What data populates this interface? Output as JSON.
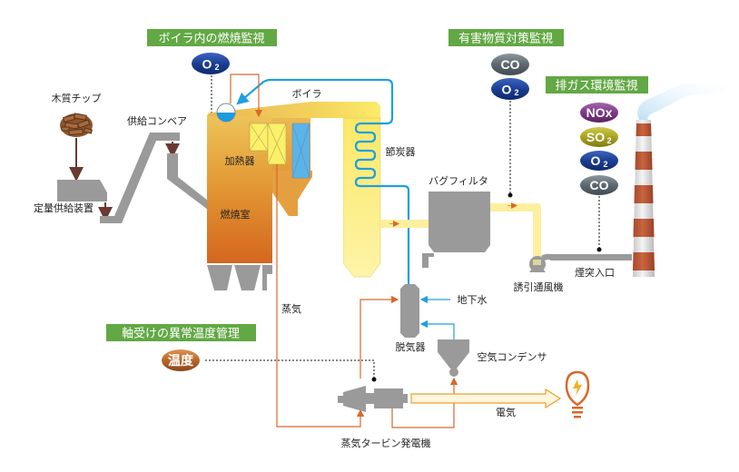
{
  "section_labels": {
    "boiler_combustion": "ボイラ内の燃焼監視",
    "harmful_substances": "有害物質対策監視",
    "exhaust_gas": "排ガス環境監視",
    "bearing_temperature": "軸受けの異常温度管理"
  },
  "badges": {
    "boiler_o2": {
      "main": "O",
      "sub": "2"
    },
    "harmful_co": {
      "main": "CO",
      "sub": ""
    },
    "harmful_o2": {
      "main": "O",
      "sub": "2"
    },
    "exhaust_nox": {
      "main": "NOx",
      "sub": ""
    },
    "exhaust_so2": {
      "main": "SO",
      "sub": "2"
    },
    "exhaust_o2": {
      "main": "O",
      "sub": "2"
    },
    "exhaust_co": {
      "main": "CO",
      "sub": ""
    },
    "temperature": {
      "main": "温度",
      "sub": ""
    }
  },
  "components": {
    "wood_chips": "木質チップ",
    "metered_feeder": "定量供給装置",
    "supply_conveyor": "供給コンベア",
    "boiler": "ボイラ",
    "heater": "加熱器",
    "combustion_chamber": "燃焼室",
    "economizer": "節炭器",
    "bag_filter": "バグフィルタ",
    "induced_draft_fan": "誘引通風機",
    "stack_inlet": "煙突入口",
    "groundwater": "地下水",
    "deaerator": "脱気器",
    "air_condenser": "空気コンデンサ",
    "steam": "蒸気",
    "electricity": "電気",
    "steam_turbine_generator": "蒸気タービン発電機"
  },
  "colors": {
    "label_green": "#62a844",
    "water_blue": "#1ea0e0",
    "steam_orange": "#d8692a",
    "machine_gray": "#9a9a9a",
    "gas_yellow": "#fcef9e",
    "badge_navy": "#1c3f92",
    "badge_gray": "#5d6870",
    "badge_purple": "#7b3a84",
    "badge_olive": "#a6a222",
    "badge_brown": "#b8672a",
    "chimney_red": "#b9583a",
    "feed_brown": "#6a3a32"
  }
}
